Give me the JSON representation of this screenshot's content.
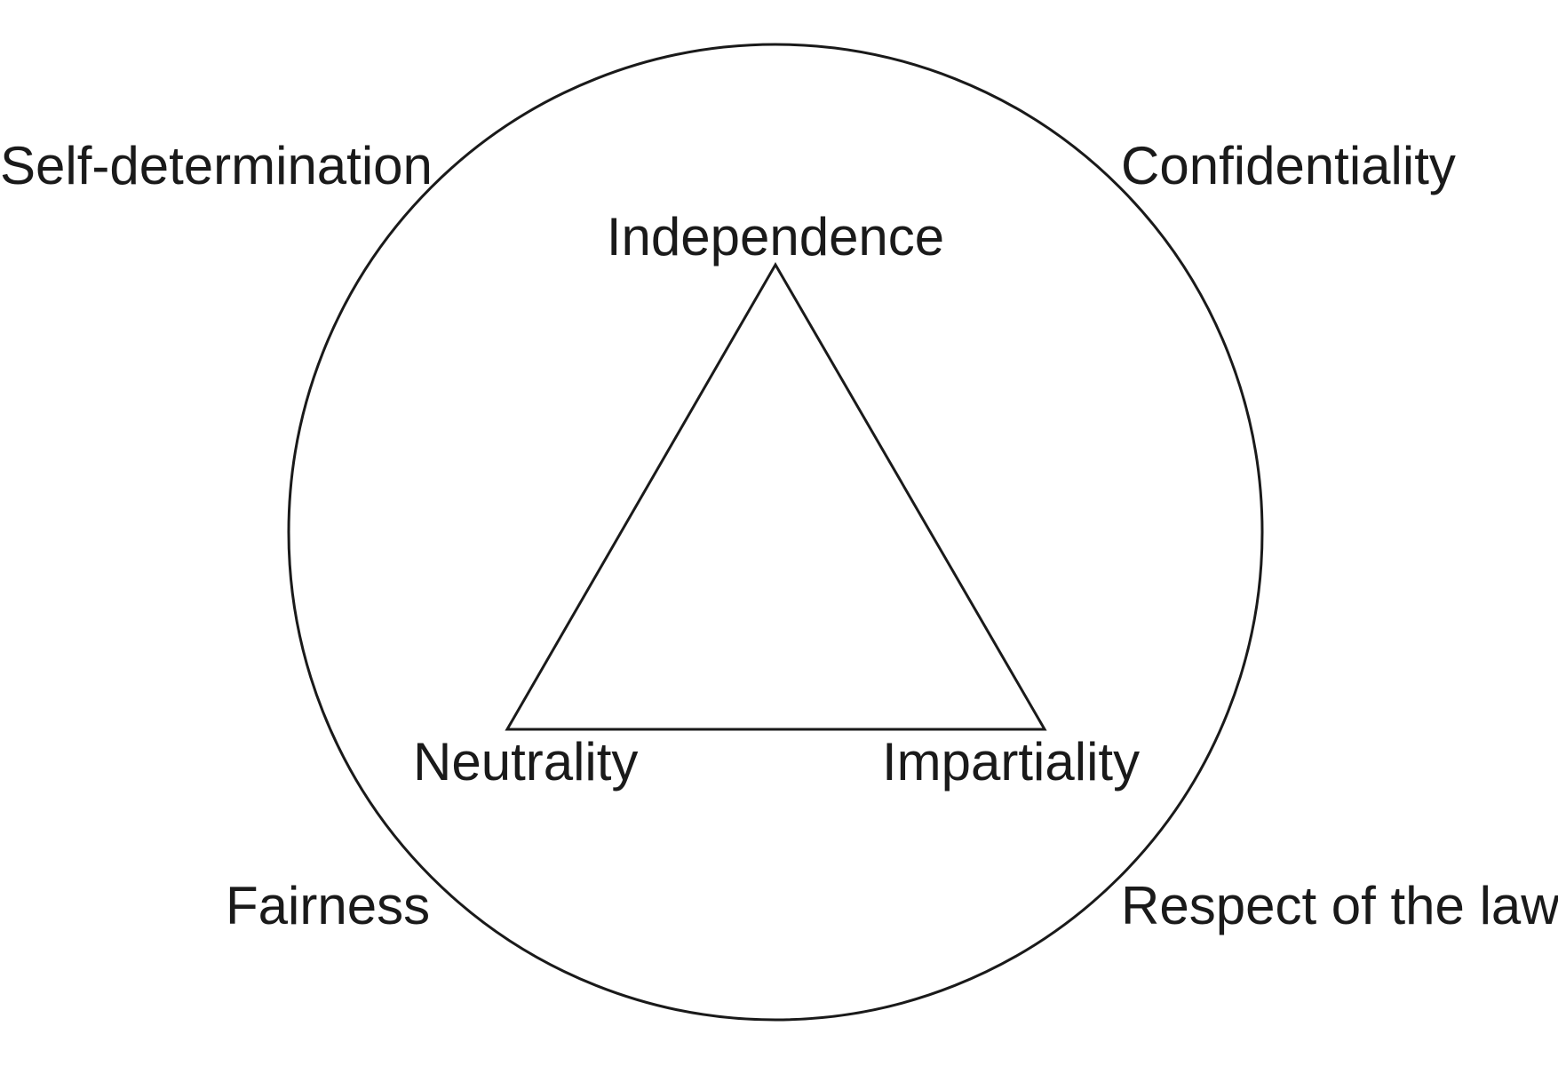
{
  "diagram": {
    "outer_principles": {
      "top_left": "Self-determination",
      "top_right": "Confidentiality",
      "bottom_left": "Fairness",
      "bottom_right": "Respect of the law"
    },
    "core_principles": {
      "top": "Independence",
      "bottom_left": "Neutrality",
      "bottom_right": "Impartiality"
    },
    "colors": {
      "stroke": "#1a1a1a",
      "background": "#ffffff"
    }
  }
}
